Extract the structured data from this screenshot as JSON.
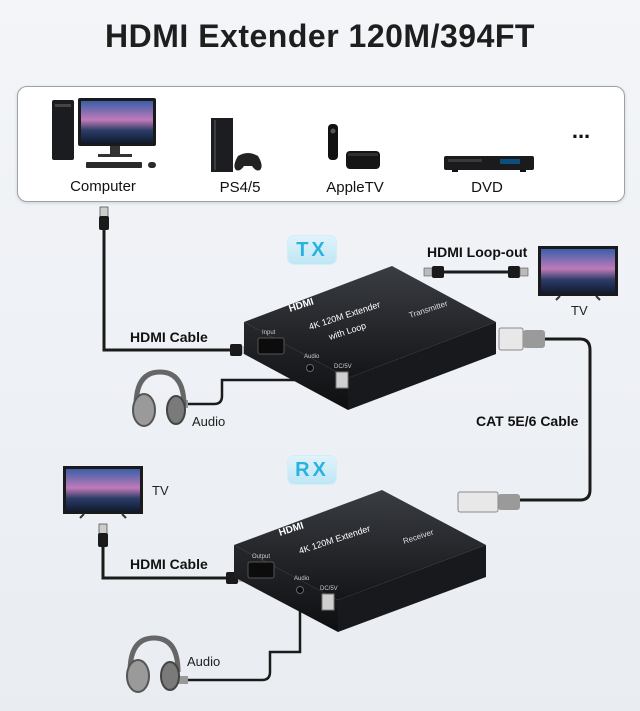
{
  "title": "HDMI Extender 120M/394FT",
  "sources": [
    {
      "label": "Computer",
      "icon": "computer-icon"
    },
    {
      "label": "PS4/5",
      "icon": "game-console-icon"
    },
    {
      "label": "AppleTV",
      "icon": "apple-tv-icon"
    },
    {
      "label": "DVD",
      "icon": "dvd-player-icon"
    },
    {
      "label": "...",
      "icon": "more-icon"
    }
  ],
  "transmitter": {
    "badge": "TX",
    "brand": "HDMI",
    "name_line1": "4K 120M Extender",
    "name_line2": "with Loop",
    "role": "Transmitter",
    "port_in": "Input",
    "port_audio": "Audio",
    "port_power": "DC/5V"
  },
  "receiver": {
    "badge": "RX",
    "brand": "HDMI",
    "name_line1": "4K 120M Extender",
    "role": "Receiver",
    "port_out": "Output",
    "port_audio": "Audio",
    "port_power": "DC/5V"
  },
  "labels": {
    "hdmi_cable_tx": "HDMI Cable",
    "hdmi_loop_out": "HDMI Loop-out",
    "tv_loop": "TV",
    "audio_tx": "Audio",
    "cat_cable": "CAT 5E/6 Cable",
    "tv_rx": "TV",
    "hdmi_cable_rx": "HDMI Cable",
    "audio_rx": "Audio"
  },
  "colors": {
    "badge_text": "#29b1e0",
    "device_body": "#1f2125",
    "cable": "#2a2a2a"
  }
}
